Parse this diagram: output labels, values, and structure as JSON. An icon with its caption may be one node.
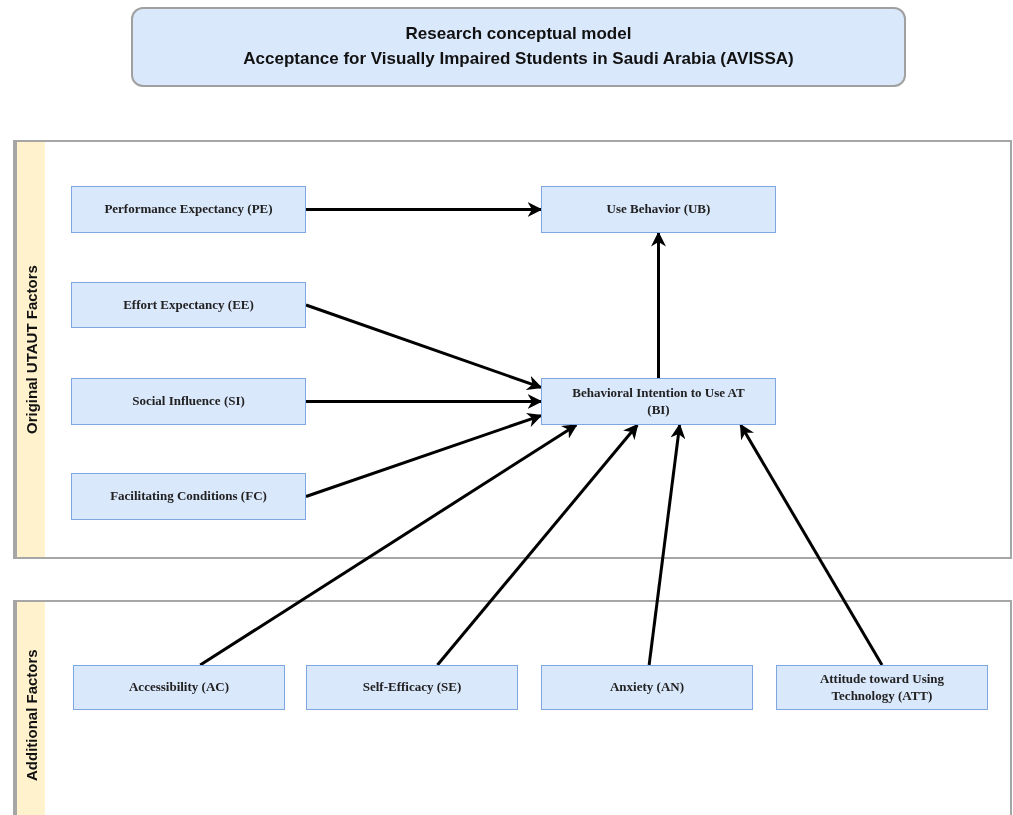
{
  "diagram": {
    "nodes": [
      {
        "text": [
          "Research conceptual model",
          "Acceptance for Visually Impaired Students in Saudi Arabia (AVISSA)"
        ]
      },
      {
        "text": [
          "Original UTAUT Factors"
        ]
      },
      {
        "text": [
          "Performance Expectancy (PE)"
        ],
        "in": 1
      },
      {
        "text": [
          "Use Behavior (UB)"
        ],
        "in": 1
      },
      {
        "text": [
          "Effort Expectancy (EE)"
        ],
        "in": 1
      },
      {
        "text": [
          "Behavioral Intention to Use AT (BI)"
        ],
        "in": 1
      },
      {
        "text": [
          "Social Influence (SI)"
        ],
        "in": 1
      },
      {
        "text": [
          "Facilitating Conditions (FC)"
        ],
        "in": 1
      },
      {
        "text": [
          "Additional Factors"
        ]
      },
      {
        "text": [
          "Accessibility (AC)"
        ],
        "in": 8
      },
      {
        "text": [
          "Self-Efficacy (SE)"
        ],
        "in": 8
      },
      {
        "text": [
          "Anxiety (AN)"
        ],
        "in": 8
      },
      {
        "text": [
          "Attitude toward Using Technology (ATT)"
        ],
        "in": 8
      }
    ],
    "edges": [
      {
        "from": 2,
        "to": 3,
        "arrow": "to"
      },
      {
        "from": 5,
        "to": 3,
        "arrow": "to"
      },
      {
        "from": 4,
        "to": 5,
        "arrow": "to"
      },
      {
        "from": 6,
        "to": 5,
        "arrow": "to"
      },
      {
        "from": 7,
        "to": 5,
        "arrow": "to"
      },
      {
        "from": 9,
        "to": 5,
        "arrow": "to"
      },
      {
        "from": 10,
        "to": 5,
        "arrow": "to"
      },
      {
        "from": 11,
        "to": 5,
        "arrow": "to"
      },
      {
        "from": 12,
        "to": 5,
        "arrow": "to"
      }
    ]
  }
}
